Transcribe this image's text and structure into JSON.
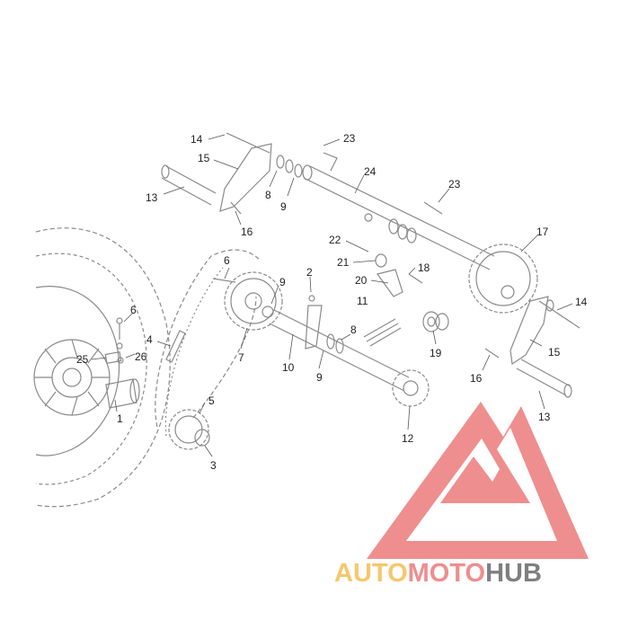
{
  "callouts": [
    "1",
    "2",
    "3",
    "4",
    "5",
    "6",
    "6",
    "7",
    "8",
    "8",
    "9",
    "9",
    "9",
    "10",
    "11",
    "12",
    "13",
    "13",
    "14",
    "14",
    "15",
    "15",
    "16",
    "16",
    "17",
    "18",
    "19",
    "20",
    "21",
    "22",
    "23",
    "23",
    "24",
    "25",
    "26"
  ],
  "watermark": {
    "part1": "AUTO",
    "part2": "MOTO",
    "part3": "HUB"
  },
  "colors": {
    "logo_red": "#ef8e8e",
    "logo_yellow": "#f5c86a",
    "logo_gray": "#7f7f7f"
  }
}
